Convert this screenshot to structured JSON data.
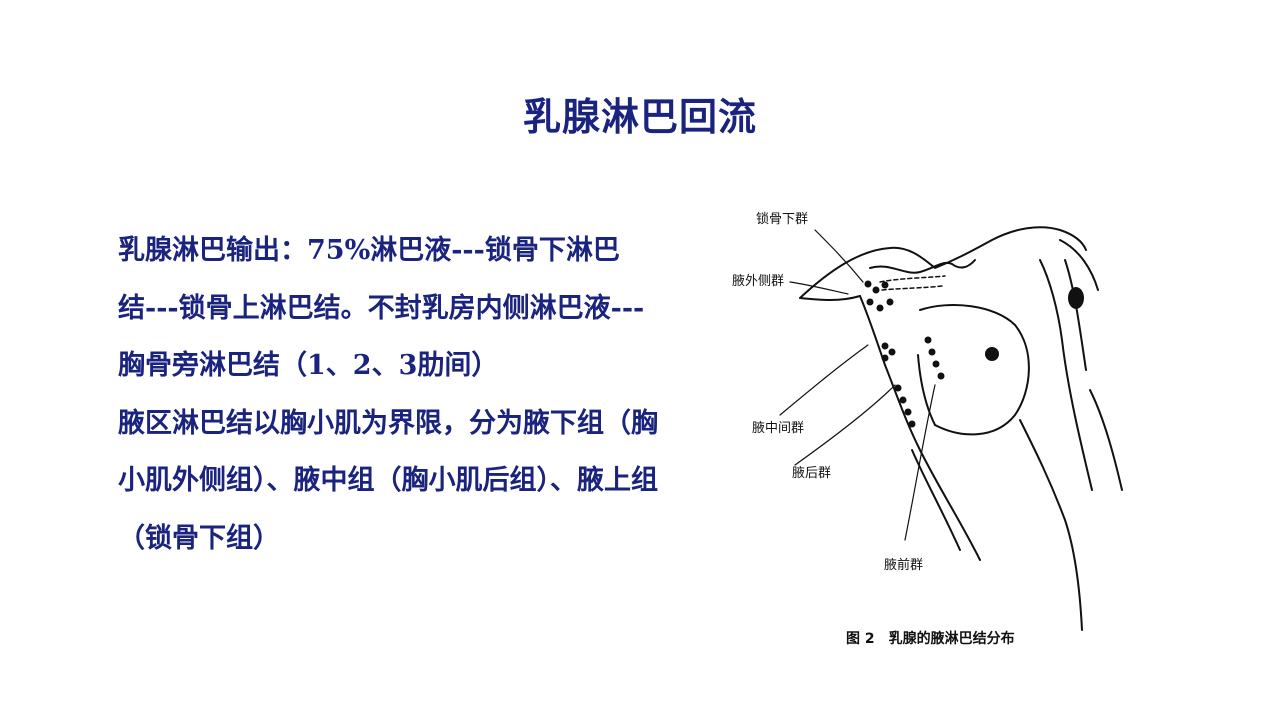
{
  "title": "乳腺淋巴回流",
  "body": {
    "para1": "乳腺淋巴输出：75%淋巴液---锁骨下淋巴结---锁骨上淋巴结。不封乳房内侧淋巴液---胸骨旁淋巴结（1、2、3肋间）",
    "para2": "腋区淋巴结以胸小肌为界限，分为腋下组（胸小肌外侧组）、腋中组（胸小肌后组）、腋上组（锁骨下组）"
  },
  "figure": {
    "labels": {
      "subclavian": "锁骨下群",
      "lateral": "腋外侧群",
      "central": "腋中间群",
      "posterior": "腋后群",
      "anterior": "腋前群"
    },
    "caption_num": "图 2",
    "caption_text": "乳腺的腋淋巴结分布"
  }
}
